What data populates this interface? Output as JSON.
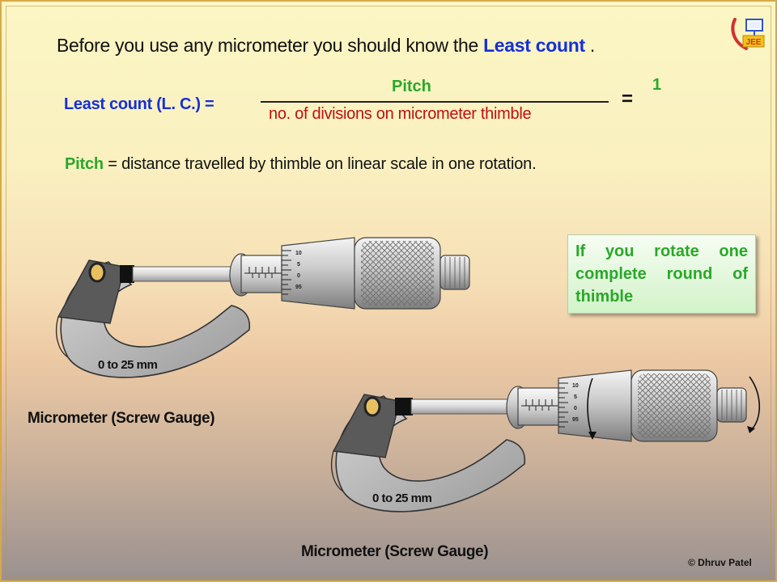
{
  "intro": {
    "before": "Before you use any micrometer you should know the ",
    "term": "Least count",
    "after": " ."
  },
  "formula": {
    "label": "Least count (L. C.) =",
    "numerator": "Pitch",
    "denominator": "no. of divisions on micrometer  thimble",
    "equals": "=",
    "result": "1"
  },
  "pitch_definition": {
    "term": "Pitch",
    "text": " = distance travelled by thimble on linear scale in one rotation."
  },
  "note": "If you rotate one complete round of thimble",
  "micrometer1": {
    "caption": "Micrometer (Screw Gauge)",
    "frame_label": "0 to 25 mm",
    "thimble_ticks": [
      "10",
      "5",
      "0",
      "95"
    ]
  },
  "micrometer2": {
    "caption": "Micrometer (Screw Gauge)",
    "frame_label": "0 to 25 mm",
    "thimble_ticks": [
      "10",
      "5",
      "0",
      "95"
    ]
  },
  "copyright": "© Dhruv Patel",
  "logo_text": "JEE",
  "colors": {
    "blue": "#1530d8",
    "green": "#2aa82a",
    "red": "#c01010"
  }
}
